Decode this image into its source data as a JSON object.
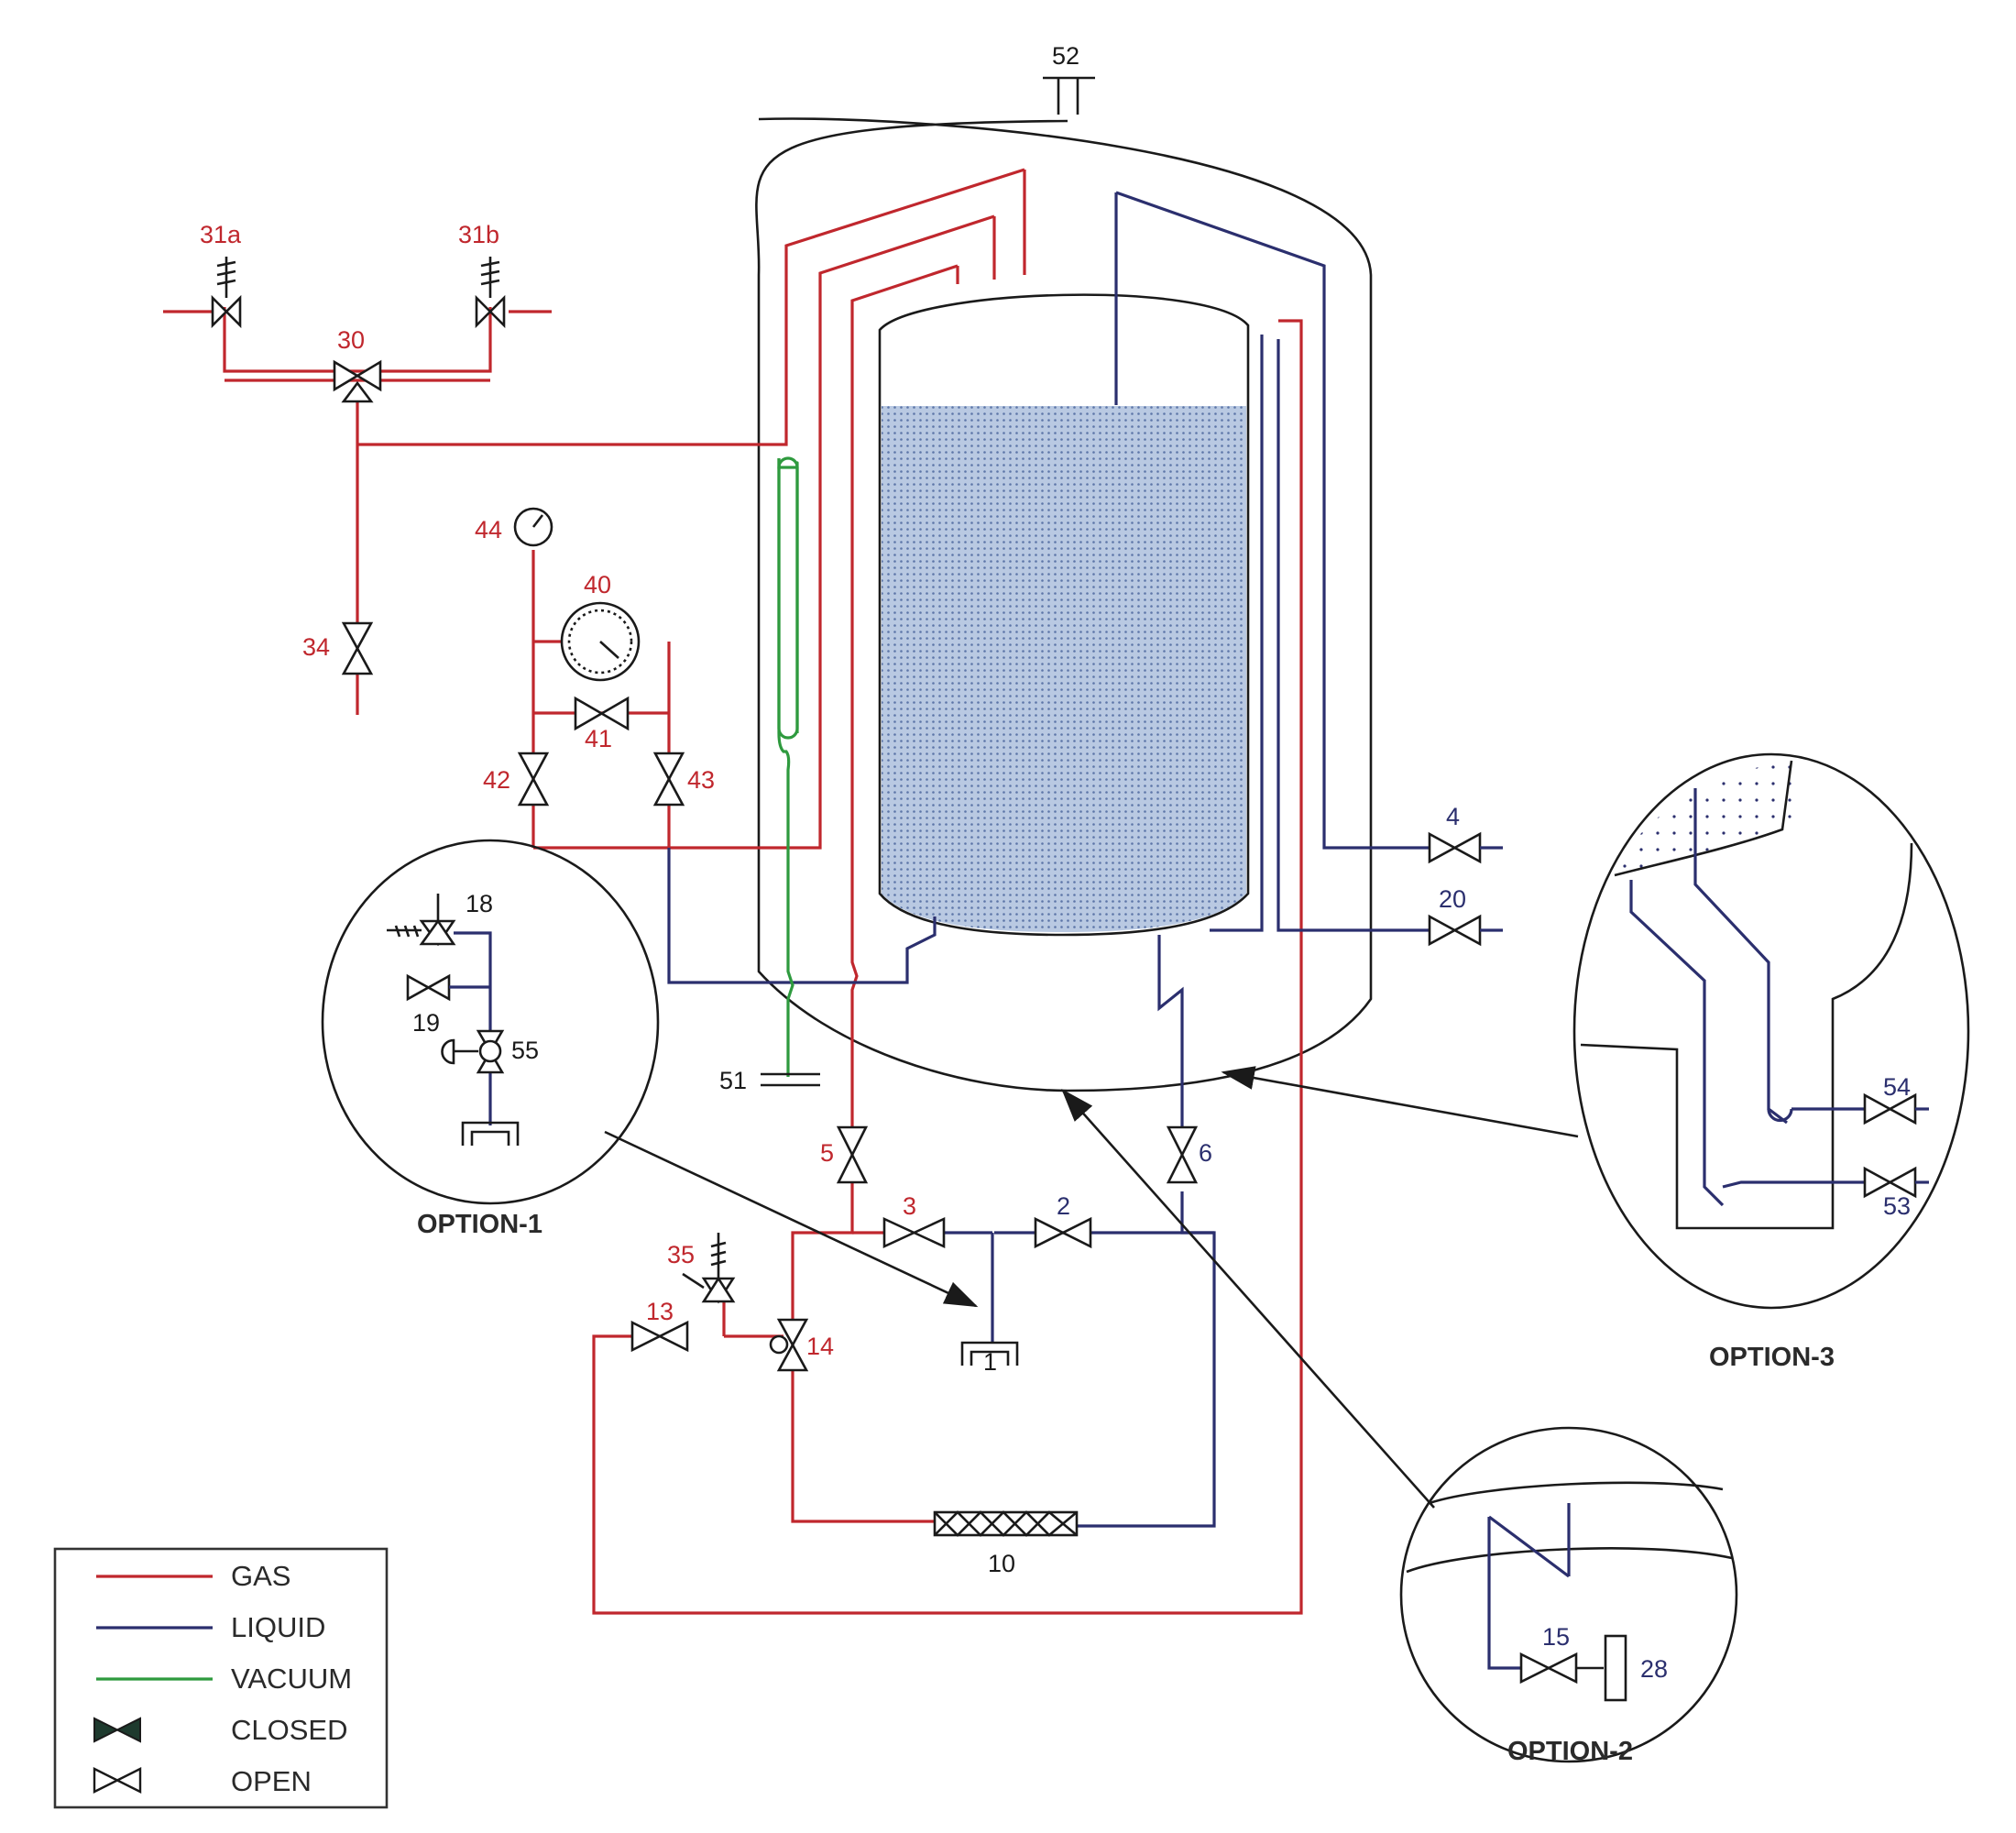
{
  "labels": {
    "l52": "52",
    "l31a": "31a",
    "l31b": "31b",
    "l30": "30",
    "l34": "34",
    "l44": "44",
    "l40": "40",
    "l41": "41",
    "l42": "42",
    "l43": "43",
    "l4": "4",
    "l20": "20",
    "l18": "18",
    "l19": "19",
    "l55": "55",
    "l51": "51",
    "l5": "5",
    "l6": "6",
    "l3": "3",
    "l2": "2",
    "l35": "35",
    "l13": "13",
    "l14": "14",
    "l1": "1",
    "l10": "10",
    "l54": "54",
    "l53": "53",
    "l15": "15",
    "l28": "28"
  },
  "options": {
    "option1": "OPTION-1",
    "option2": "OPTION-2",
    "option3": "OPTION-3"
  },
  "legend": {
    "gas": "GAS",
    "liquid": "LIQUID",
    "vacuum": "VACUUM",
    "closed": "CLOSED",
    "open": "OPEN"
  },
  "colors": {
    "gas": "#c0272d",
    "liquid": "#2b2f6e",
    "vacuum": "#2e9a3e",
    "liquid_fill": "#b7c8e0"
  }
}
